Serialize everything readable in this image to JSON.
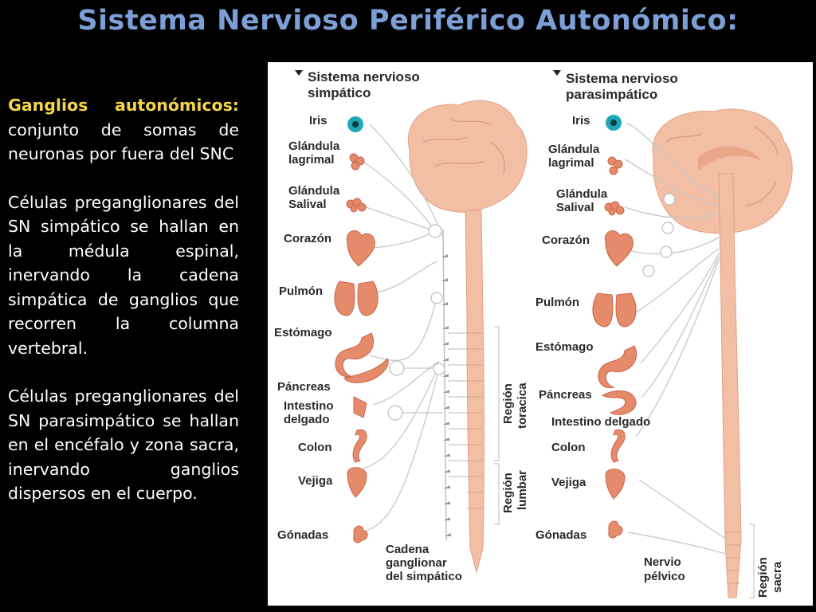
{
  "title": "Sistema Nervioso Periférico Autonómico:",
  "left_panel": {
    "p1_highlight": "Ganglios autonómicos:",
    "p1_text": " conjunto de somas de neuronas por fuera del SNC",
    "p2_text": "Células preganglionares del SN simpático se hallan en la médula espinal, inervando la cadena simpática de ganglios que recorren la columna vertebral.",
    "p3_text": "Células preganglionares del SN parasimpático se hallan en el encéfalo y zona sacra, inervando ganglios dispersos en el cuerpo."
  },
  "diagram": {
    "sympathetic_header_1": "Sistema nervioso",
    "sympathetic_header_2": "simpático",
    "parasympathetic_header_1": "Sistema nervioso",
    "parasympathetic_header_2": "parasimpático",
    "left_labels": {
      "iris": "Iris",
      "lacrimal_1": "Glándula",
      "lacrimal_2": "lagrimal",
      "salivary_1": "Glándula",
      "salivary_2": "Salival",
      "heart": "Corazón",
      "lung": "Pulmón",
      "stomach": "Estómago",
      "pancreas": "Páncreas",
      "intestine_1": "Intestino",
      "intestine_2": "delgado",
      "colon": "Colon",
      "bladder": "Vejiga",
      "gonads": "Gónadas"
    },
    "right_labels": {
      "iris": "Iris",
      "lacrimal_1": "Glándula",
      "lacrimal_2": "lagrimal",
      "salivary_1": "Glándula",
      "salivary_2": "Salival",
      "heart": "Corazón",
      "lung": "Pulmón",
      "stomach": "Estómago",
      "pancreas": "Páncreas",
      "intestine": "Intestino delgado",
      "colon": "Colon",
      "bladder": "Vejiga",
      "gonads": "Gónadas"
    },
    "chain_1": "Cadena",
    "chain_2": "ganglionar",
    "chain_3": "del simpático",
    "thoracic_1": "Región",
    "thoracic_2": "toracica",
    "lumbar_1": "Región",
    "lumbar_2": "lumbar",
    "pelvic_1": "Nervio",
    "pelvic_2": "pélvico",
    "sacral_1": "Región",
    "sacral_2": "sacra"
  },
  "colors": {
    "title": "#7b9fd6",
    "highlight": "#f3d44b",
    "organ": "#e58a6a",
    "brain": "#f2bea4"
  }
}
